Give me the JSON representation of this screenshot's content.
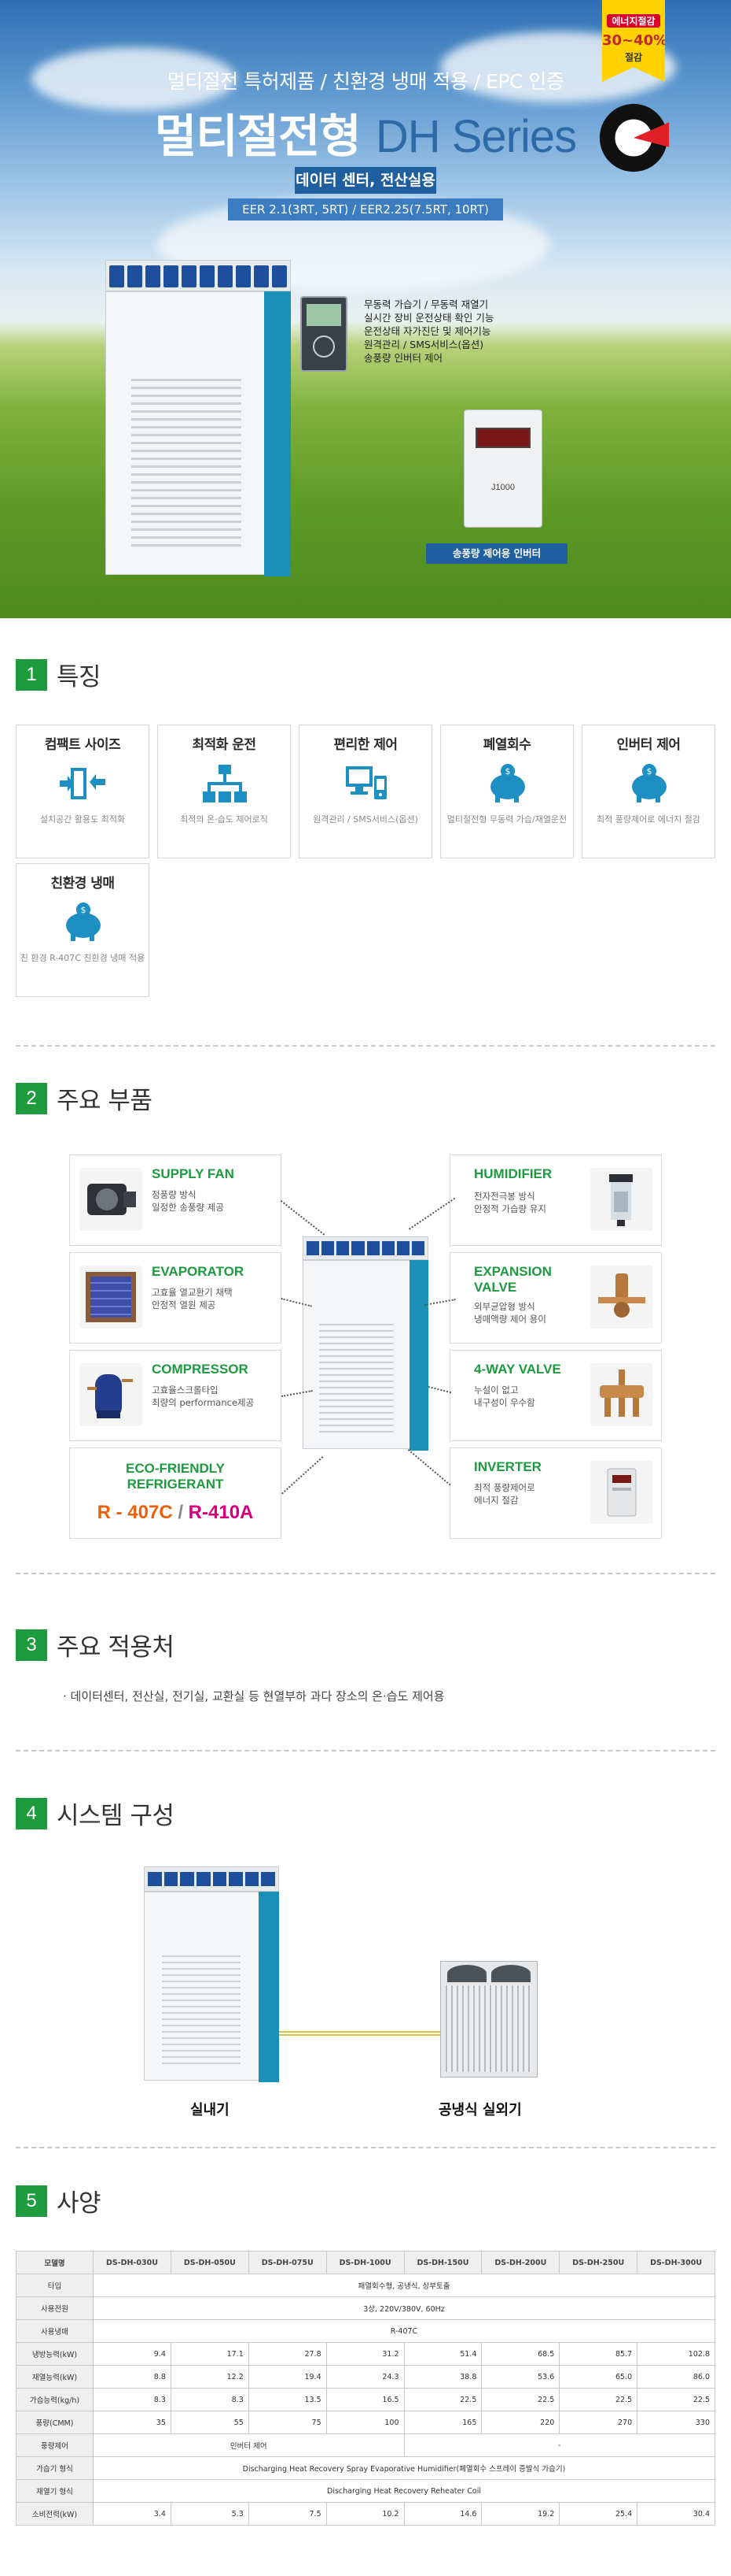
{
  "hero": {
    "subtitle": "멀티절전 특허제품 / 친환경 냉매 적용 / EPC 인증",
    "title_ko": "멀티절전형",
    "title_en": "DH Series",
    "badge": "데이터 센터, 전산실용",
    "eer": "EER 2.1(3RT, 5RT) / EER2.25(7.5RT, 10RT)",
    "eco_ribbon": {
      "line1": "에너지절감",
      "line2": "30~40%",
      "line3": "절감"
    },
    "features": [
      "무동력 가습기 / 무동력 재열기",
      "실시간 장비 운전상태 확인 기능",
      "운전상태 자가진단 및 제어기능",
      "원격관리 / SMS서비스(옵션)",
      "송풍량 인버터 제어"
    ],
    "inverter_brand": "J1000",
    "inverter_caption": "송풍량 제어용 인버터",
    "colors": {
      "accent_green": "#1e9a3f",
      "hero_blue": "#1f5fa0",
      "unit_blue": "#1a8fb8"
    }
  },
  "sections": {
    "s1": {
      "num": "1",
      "title": "특징"
    },
    "s2": {
      "num": "2",
      "title": "주요 부품"
    },
    "s3": {
      "num": "3",
      "title": "주요 적용처"
    },
    "s4": {
      "num": "4",
      "title": "시스템 구성"
    },
    "s5": {
      "num": "5",
      "title": "사양"
    }
  },
  "features": [
    {
      "title": "컴팩트 사이즈",
      "desc": "설치공간 활용도 최적화",
      "icon": "compact-size-icon"
    },
    {
      "title": "최적화 운전",
      "desc": "최적의 온·습도 제어로직",
      "icon": "optimization-icon"
    },
    {
      "title": "편리한 제어",
      "desc": "원격관리 / SMS서비스(옵션)",
      "icon": "remote-control-icon"
    },
    {
      "title": "폐열회수",
      "desc": "멀티절전형 무동력 가습/재열운전",
      "icon": "piggy-bank-icon"
    },
    {
      "title": "인버터 제어",
      "desc": "최적 풍량제어로 에너지 절감",
      "icon": "piggy-bank-icon"
    },
    {
      "title": "친환경 냉매",
      "desc": "친 환경 R-407C 친환경 냉매 적용",
      "icon": "piggy-bank-icon"
    }
  ],
  "parts": {
    "supply_fan": {
      "title": "SUPPLY FAN",
      "desc1": "정풍량 방식",
      "desc2": "일정한 송풍량 제공"
    },
    "evaporator": {
      "title": "EVAPORATOR",
      "desc1": "고효율 열교환기 채택",
      "desc2": "안정적 열원 제공"
    },
    "compressor": {
      "title": "COMPRESSOR",
      "desc1": "고효율스크롤타입",
      "desc2": "최량의 performance제공"
    },
    "eco_refrigerant": {
      "title1": "ECO-FRIENDLY",
      "title2": "REFRIGERANT",
      "ref1": "R - 407C",
      "sep": " / ",
      "ref2": "R-410A"
    },
    "humidifier": {
      "title": "HUMIDIFIER",
      "desc1": "전자전극봉 방식",
      "desc2": "안정적 가습량 유지"
    },
    "expansion_valve": {
      "title1": "EXPANSION",
      "title2": "VALVE",
      "desc1": "외부균압형 방식",
      "desc2": "냉매액량 제어 용이"
    },
    "four_way_valve": {
      "title": "4-WAY VALVE",
      "desc1": "누설이 없고",
      "desc2": "내구성이 우수함"
    },
    "inverter": {
      "title": "INVERTER",
      "desc1": "최적 풍량제어로",
      "desc2": "에너지 절감"
    }
  },
  "apply": {
    "text": "· 데이터센터, 전산실, 전기실, 교환실 등 현열부하 과다 장소의 온·습도 제어용"
  },
  "system": {
    "indoor_label": "실내기",
    "outdoor_label": "공냉식 실외기"
  },
  "spec": {
    "headers": [
      "모델명",
      "DS-DH-030U",
      "DS-DH-050U",
      "DS-DH-075U",
      "DS-DH-100U",
      "DS-DH-150U",
      "DS-DH-200U",
      "DS-DH-250U",
      "DS-DH-300U"
    ],
    "rows_span": [
      {
        "label": "타입",
        "value": "패열회수형, 공냉식, 상부토출"
      },
      {
        "label": "사용전원",
        "value": "3상, 220V/380V, 60Hz"
      },
      {
        "label": "사용냉매",
        "value": "R-407C"
      }
    ],
    "rows_num": [
      {
        "label": "냉방능력(kW)",
        "values": [
          "9.4",
          "17.1",
          "27.8",
          "31.2",
          "51.4",
          "68.5",
          "85.7",
          "102.8"
        ]
      },
      {
        "label": "재열능력(kW)",
        "values": [
          "8.8",
          "12.2",
          "19.4",
          "24.3",
          "38.8",
          "53.6",
          "65.0",
          "86.0"
        ]
      },
      {
        "label": "가습능력(kg/h)",
        "values": [
          "8.3",
          "8.3",
          "13.5",
          "16.5",
          "22.5",
          "22.5",
          "22.5",
          "22.5"
        ]
      },
      {
        "label": "풍량(CMM)",
        "values": [
          "35",
          "55",
          "75",
          "100",
          "165",
          "220",
          "270",
          "330"
        ]
      }
    ],
    "fan_control": {
      "label": "풍량제어",
      "left": "인버터 제어",
      "right": "-"
    },
    "rows_span2": [
      {
        "label": "가습기 형식",
        "value": "Discharging Heat Recovery Spray Evaporative Humidifier(폐열회수 스프레이 증발식 가습기)"
      },
      {
        "label": "재열기 형식",
        "value": "Discharging Heat Recovery Reheater Coil"
      }
    ],
    "power_row": {
      "label": "소비전력(kW)",
      "values": [
        "3.4",
        "5.3",
        "7.5",
        "10.2",
        "14.6",
        "19.2",
        "25.4",
        "30.4"
      ]
    }
  }
}
